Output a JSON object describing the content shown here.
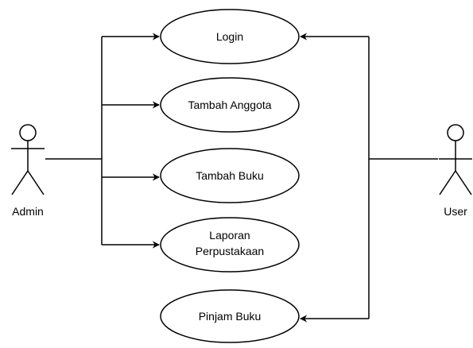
{
  "actors": {
    "admin": {
      "label": "Admin"
    },
    "user": {
      "label": "User"
    }
  },
  "use_cases": {
    "login": {
      "lines": [
        "Login"
      ]
    },
    "tambah_anggota": {
      "lines": [
        "Tambah Anggota"
      ]
    },
    "tambah_buku": {
      "lines": [
        "Tambah Buku"
      ]
    },
    "laporan": {
      "lines": [
        "Laporan",
        "Perpustakaan"
      ]
    },
    "pinjam_buku": {
      "lines": [
        "Pinjam Buku"
      ]
    }
  },
  "colors": {
    "stroke": "#000000",
    "background": "#ffffff"
  }
}
